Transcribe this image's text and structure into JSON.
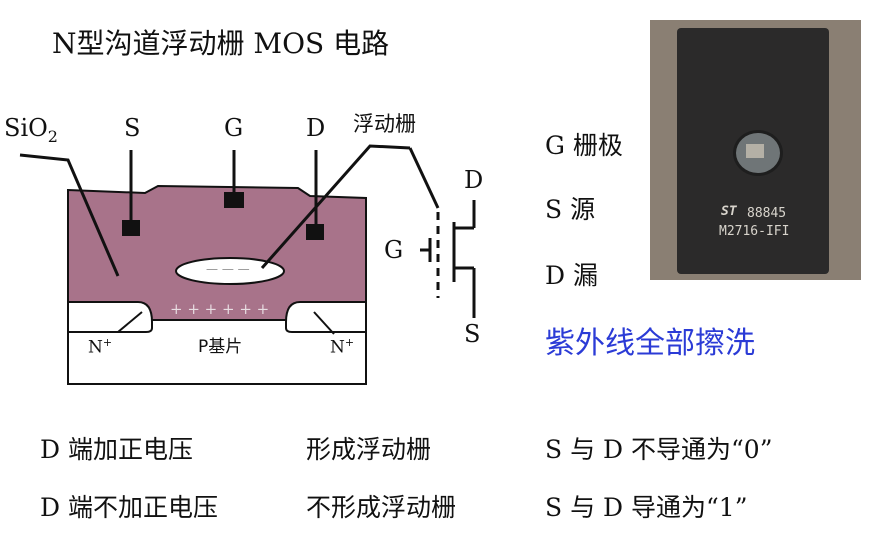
{
  "title": "N型沟道浮动栅 MOS 电路",
  "labels": {
    "sio2_main": "SiO",
    "sio2_sub": "2",
    "s": "S",
    "g": "G",
    "d": "D",
    "floating_gate": "浮动栅",
    "n_left": "N",
    "n_right": "N",
    "n_sup": "+",
    "plus_row": "+ + + + + +",
    "minus_row": "— — —",
    "substrate": "P基片",
    "sym_g": "G",
    "sym_d": "D",
    "sym_s": "S"
  },
  "legend": {
    "g": "G 栅极",
    "s": "S  源",
    "d": "D 漏"
  },
  "uv_note": "紫外线全部擦洗",
  "rows": [
    {
      "cond": "D 端加正电压",
      "result": "形成浮动栅",
      "state": "S 与 D 不导通为“0”"
    },
    {
      "cond": "D 端不加正电压",
      "result": "不形成浮动栅",
      "state": "S 与 D 导通为“1”"
    }
  ],
  "chip_photo": {
    "line1": "88845",
    "line2": "M2716-IFI",
    "logo": "ST"
  },
  "colors": {
    "oxide": "#a8738a",
    "uv_text": "#2b3bd6"
  }
}
